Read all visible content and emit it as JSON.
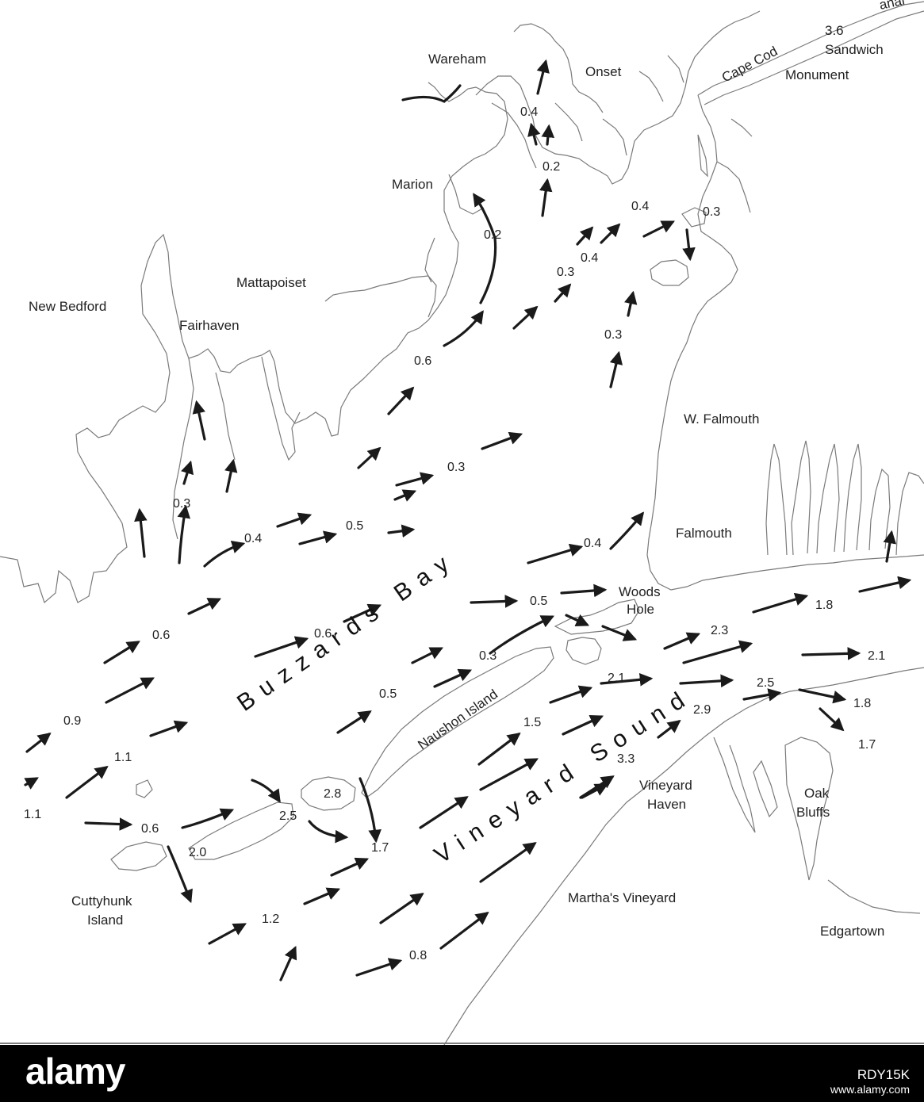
{
  "map": {
    "places": {
      "wareham": "Wareham",
      "onset": "Onset",
      "cape_cod_canal": "Cape Cod",
      "canal_fragment": "anal",
      "sandwich_speed": "3.6",
      "sandwich": "Sandwich",
      "monument": "Monument",
      "marion": "Marion",
      "mattapoiset": "Mattapoiset",
      "new_bedford": "New Bedford",
      "fairhaven": "Fairhaven",
      "w_falmouth": "W. Falmouth",
      "falmouth": "Falmouth",
      "woods_hole_1": "Woods",
      "woods_hole_2": "Hole",
      "naushon_island": "Naushon Island",
      "cuttyhunk_1": "Cuttyhunk",
      "cuttyhunk_2": "Island",
      "vineyard_haven_1": "Vineyard",
      "vineyard_haven_2": "Haven",
      "oak_bluffs_1": "Oak",
      "oak_bluffs_2": "Bluffs",
      "marthas_vineyard": "Martha's Vineyard",
      "edgartown": "Edgartown",
      "buzzards_bay": "Buzzards Bay",
      "vineyard_sound": "Vineyard Sound"
    },
    "speeds": [
      "0.4",
      "0.2",
      "0.2",
      "0.4",
      "0.3",
      "0.4",
      "0.3",
      "0.6",
      "0.3",
      "0.3",
      "0.3",
      "0.4",
      "0.5",
      "0.4",
      "0.6",
      "0.6",
      "0.5",
      "0.9",
      "1.1",
      "1.1",
      "0.5",
      "0.3",
      "1.5",
      "2.1",
      "2.3",
      "1.8",
      "2.1",
      "2.5",
      "1.8",
      "1.7",
      "2.9",
      "3.3",
      "2.8",
      "2.5",
      "1.7",
      "0.6",
      "2.0",
      "1.2",
      "0.8"
    ]
  },
  "footer": {
    "brand": "alamy",
    "image_id": "RDY15K",
    "url": "www.alamy.com"
  },
  "colors": {
    "land_outline": "#7a7a7a",
    "arrow": "#1a1a1a",
    "footer_bg": "#000000"
  }
}
